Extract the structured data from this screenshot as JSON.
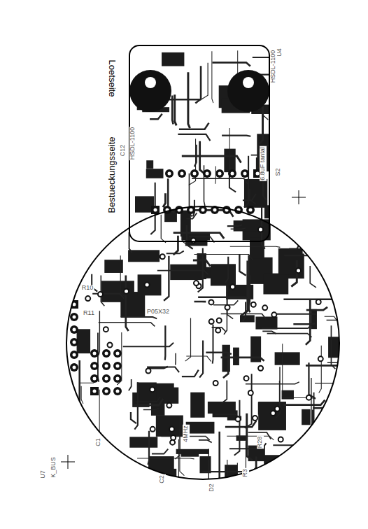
{
  "diagram": {
    "labels": [
      "Bestueckungsseite",
      "Loetseite",
      "U4",
      "HSDL-1100",
      "C12",
      "HSDL-1100",
      "6.8uF tantal",
      "S2",
      "R10",
      "R11",
      "P05X32",
      "4MHz",
      "C1",
      "C2",
      "D2",
      "R3",
      "R28",
      "U7",
      "K_BUS"
    ]
  }
}
